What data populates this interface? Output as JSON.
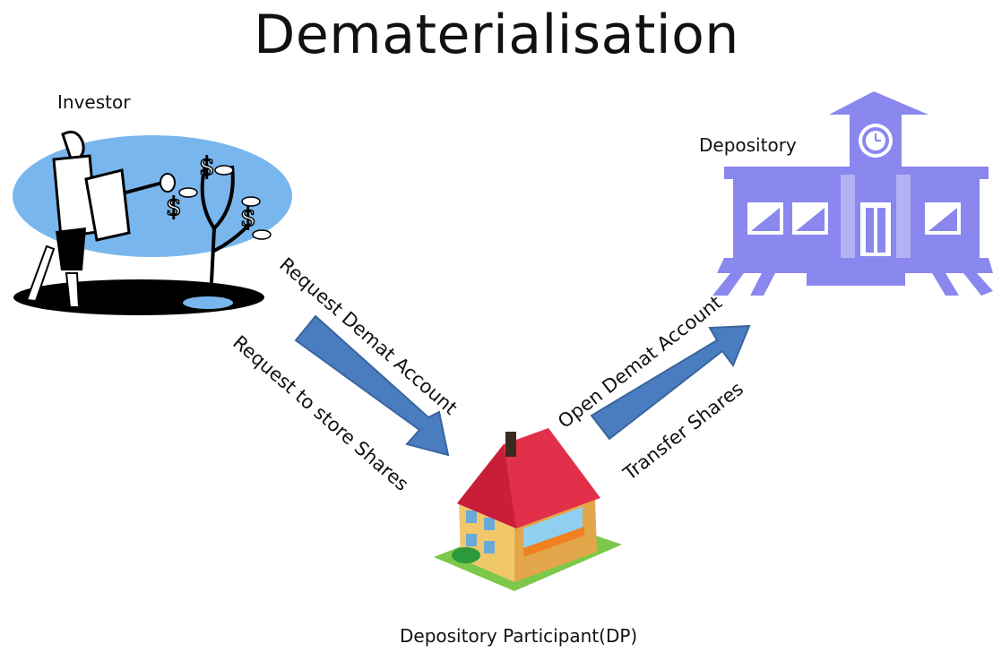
{
  "title": "Dematerialisation",
  "nodes": {
    "investor": "Investor",
    "depository": "Depository",
    "dp": "Depository Participant(DP)"
  },
  "arrows": {
    "to_dp_top": "Request Demat Account",
    "to_dp_bottom": "Request to store Shares",
    "to_depository_top": "Open Demat Account",
    "to_depository_bottom": "Transfer Shares"
  },
  "colors": {
    "arrow": "#4a7cc0",
    "investor_ellipse": "#79b6ee",
    "depository": "#8a87ef",
    "dp_roof": "#e2304a",
    "dp_ground": "#7cc84a"
  }
}
